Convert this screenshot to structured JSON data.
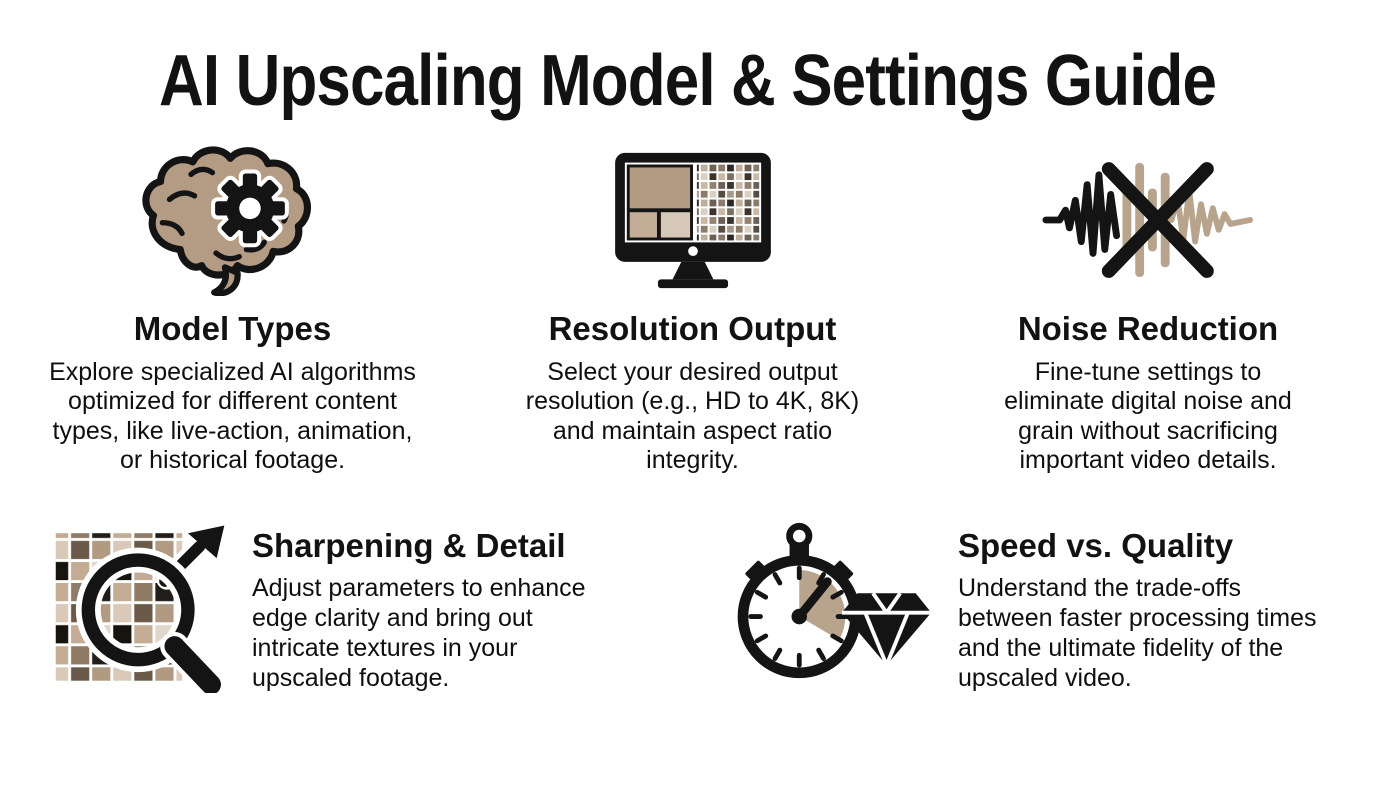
{
  "page": {
    "title": "AI Upscaling Model & Settings Guide"
  },
  "colors": {
    "background": "#ffffff",
    "text": "#0f0f0f",
    "ink_black": "#141414",
    "tan": "#b49c84",
    "tan_mid": "#c6b098",
    "tan_light": "#d9cbbb"
  },
  "sections": [
    {
      "id": "model-types",
      "icon": "brain-gear-icon",
      "title": "Model Types",
      "description": "Explore specialized AI algorithms optimized for different content types, like live-action, animation, or historical footage."
    },
    {
      "id": "resolution-output",
      "icon": "monitor-pixel-grid-icon",
      "title": "Resolution Output",
      "description": "Select your desired output resolution (e.g., HD to 4K, 8K) and maintain aspect ratio integrity."
    },
    {
      "id": "noise-reduction",
      "icon": "crossed-waveform-icon",
      "title": "Noise Reduction",
      "description": "Fine-tune settings to eliminate digital noise and grain without sacrificing important video details."
    },
    {
      "id": "sharpening-detail",
      "icon": "magnifier-pixels-arrow-icon",
      "title": "Sharpening & Detail",
      "description": "Adjust parameters to enhance edge clarity and bring out intricate textures in your upscaled footage."
    },
    {
      "id": "speed-quality",
      "icon": "stopwatch-diamond-icon",
      "title": "Speed vs. Quality",
      "description": "Understand the trade-offs between faster processing times and the ultimate fidelity of the upscaled video."
    }
  ]
}
